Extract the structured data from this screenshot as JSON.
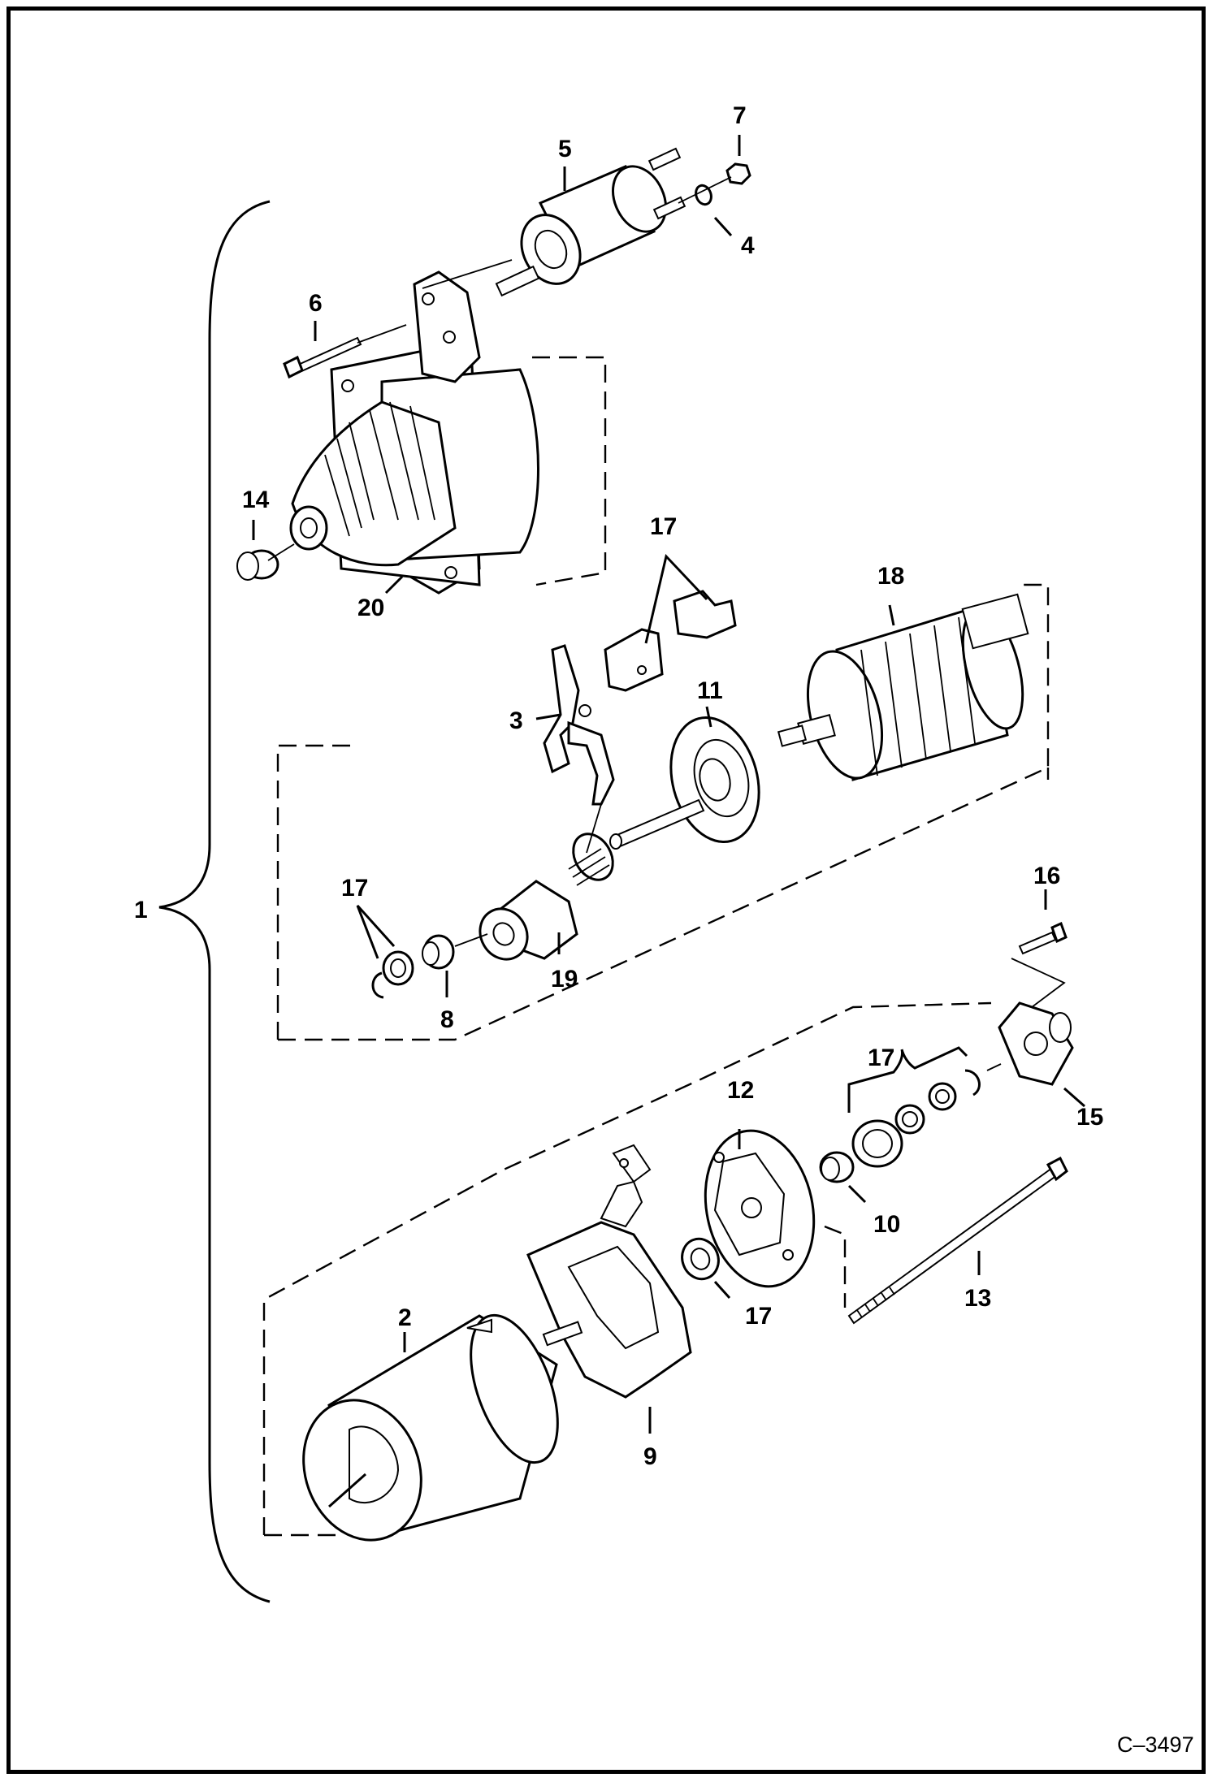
{
  "figure_id": "C–3497",
  "callouts": {
    "c1": "1",
    "c2": "2",
    "c3": "3",
    "c4": "4",
    "c5": "5",
    "c6": "6",
    "c7": "7",
    "c8": "8",
    "c9": "9",
    "c10": "10",
    "c11": "11",
    "c12": "12",
    "c13": "13",
    "c14": "14",
    "c15": "15",
    "c16": "16",
    "c17a": "17",
    "c17b": "17",
    "c17c": "17",
    "c17d": "17",
    "c18": "18",
    "c19": "19",
    "c20": "20"
  }
}
